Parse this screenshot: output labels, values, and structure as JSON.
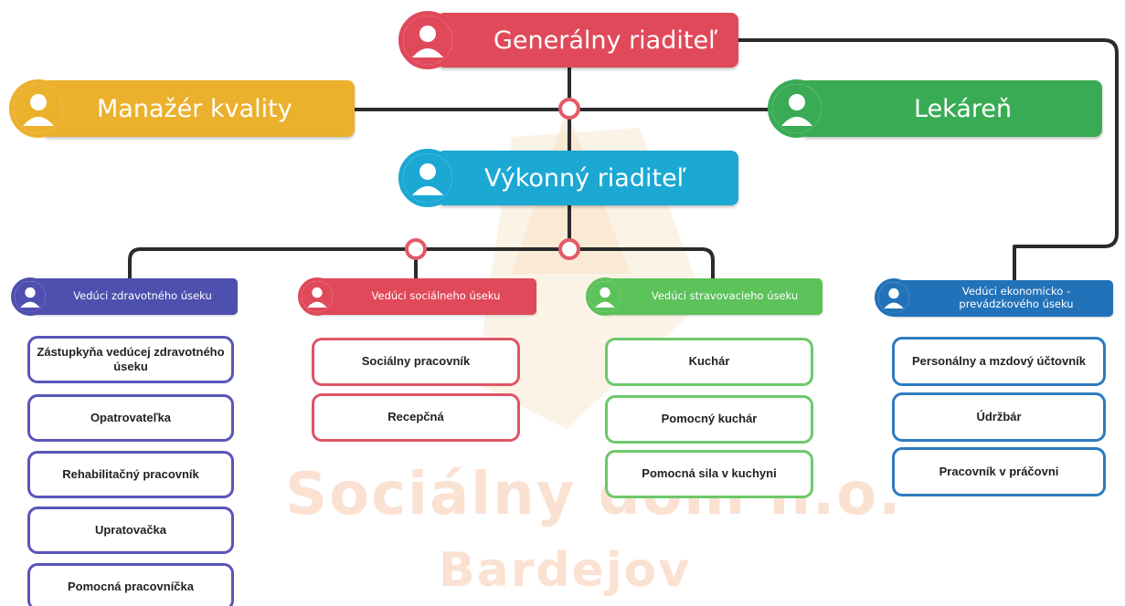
{
  "watermark": {
    "line1": "Sociálny dom n.o.",
    "line2": "Bardejov"
  },
  "top": {
    "general_director": "Generálny riaditeľ",
    "quality_manager": "Manažér kvality",
    "pharmacy": "Lekáreň",
    "executive_director": "Výkonný riaditeľ"
  },
  "departments": [
    {
      "title": "Vedúci zdravotného úseku",
      "color": "#4f4fb0",
      "staff": [
        "Zástupkyňa vedúcej zdravotného úseku",
        "Opatrovateľka",
        "Rehabilitačný pracovník",
        "Upratovačka",
        "Pomocná pracovníčka"
      ]
    },
    {
      "title": "Vedúci sociálneho úseku",
      "color": "#e0495a",
      "staff": [
        "Sociálny pracovník",
        "Recepčná"
      ]
    },
    {
      "title": "Vedúci stravovacieho úseku",
      "color": "#5cc25a",
      "staff": [
        "Kuchár",
        "Pomocný kuchár",
        "Pomocná sila v kuchyni"
      ]
    },
    {
      "title": "Vedúci ekonomicko -prevádzkového úseku",
      "color": "#2272b9",
      "staff": [
        "Personálny a mzdový účtovník",
        "Údržbár",
        "Pracovník v práčovni"
      ]
    }
  ],
  "colors": {
    "general_director": "#e0495a",
    "quality_manager": "#ebb02c",
    "pharmacy": "#3aab55",
    "executive_director": "#1ba8d3",
    "connector": "#2b2b2b",
    "junction": "#e35a66"
  },
  "icons": {
    "person": "person-avatar-icon"
  }
}
